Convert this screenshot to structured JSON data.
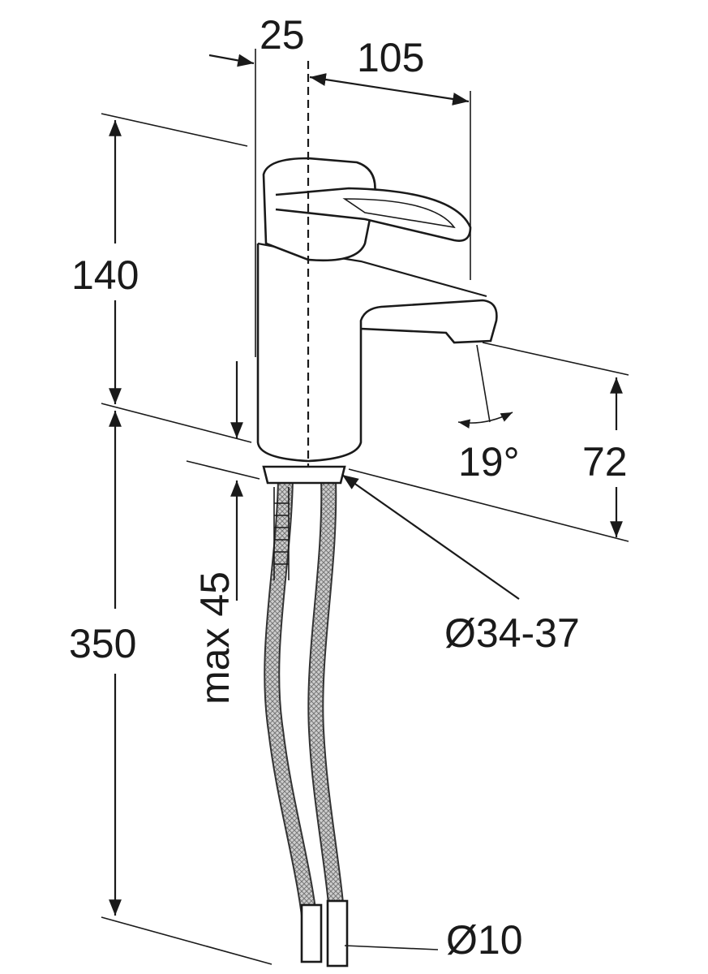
{
  "title": "Faucet dimension drawing",
  "dimensions": {
    "offset_width": "25",
    "spout_reach": "105",
    "height_above_deck": "140",
    "spout_angle": "19°",
    "spout_height": "72",
    "max_deck_thickness": "max 45",
    "hole_diameter": "Ø34-37",
    "hose_length": "350",
    "hose_diameter": "Ø10"
  },
  "colors": {
    "line": "#1a1a1a",
    "background": "#ffffff",
    "hose": "#8a8a8a"
  }
}
